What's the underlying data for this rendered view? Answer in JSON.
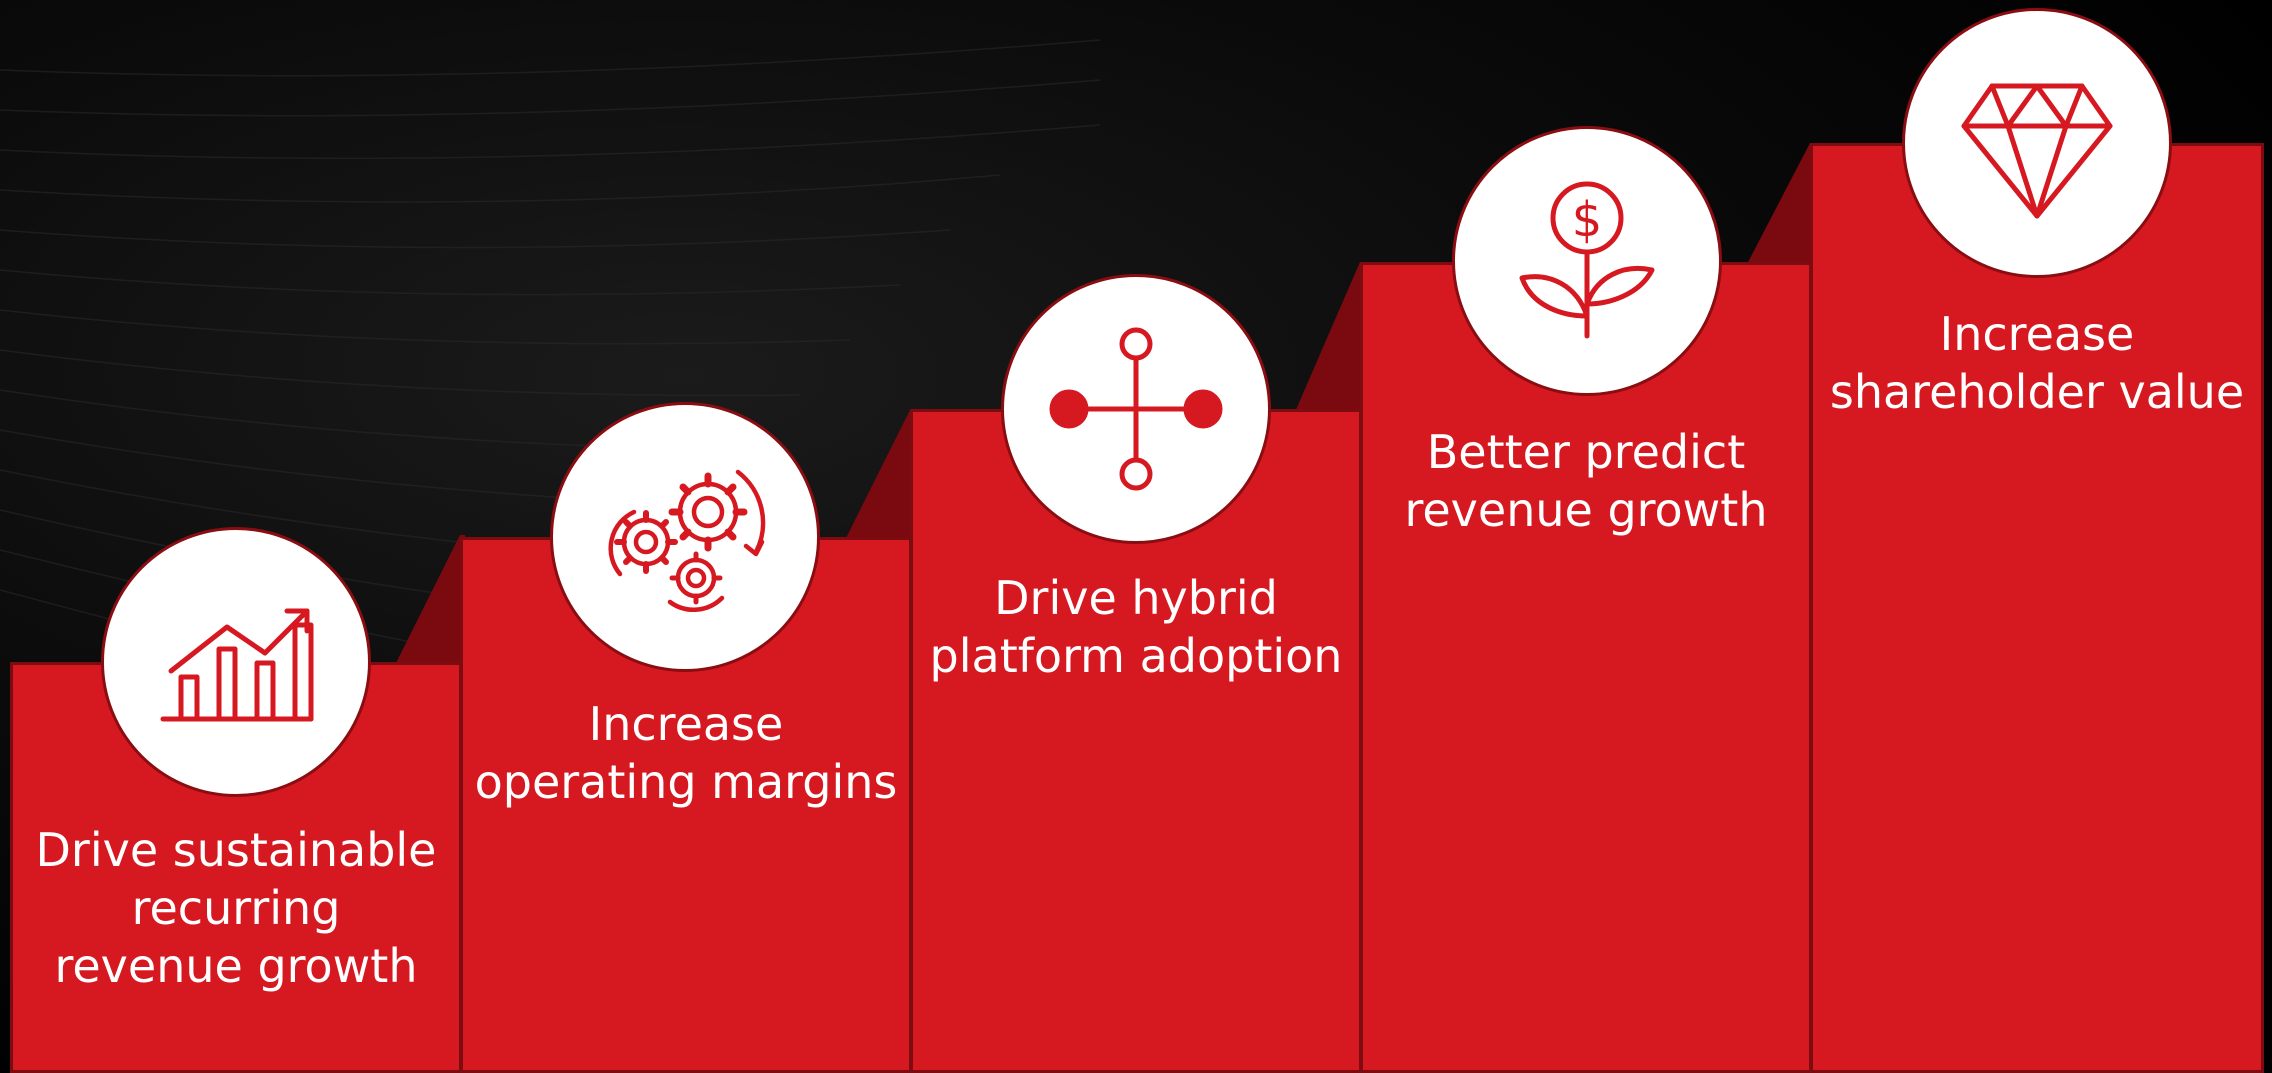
{
  "colors": {
    "background": "#000000",
    "step_fill": "#d61920",
    "step_border": "#7d0c11",
    "riser_fill": "#7a0a0f",
    "icon_background": "#ffffff",
    "icon_stroke": "#d61920",
    "label_text": "#ffffff"
  },
  "steps": [
    {
      "label": "Drive sustainable\nrecurring\nrevenue growth",
      "icon": "growth-bar-chart-icon"
    },
    {
      "label": "Increase\noperating margins",
      "icon": "gears-icon"
    },
    {
      "label": "Drive hybrid\nplatform adoption",
      "icon": "hybrid-network-icon"
    },
    {
      "label": "Better predict\nrevenue growth",
      "icon": "money-plant-icon"
    },
    {
      "label": "Increase\nshareholder value",
      "icon": "diamond-icon"
    }
  ]
}
